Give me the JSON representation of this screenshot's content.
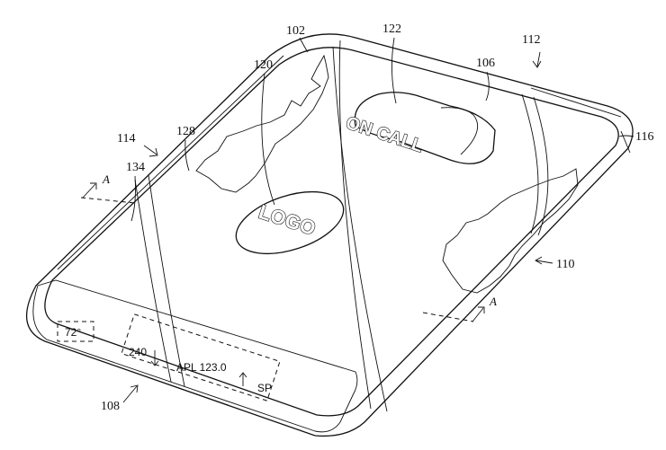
{
  "reference_numerals": {
    "r102": "102",
    "r122": "122",
    "r112": "112",
    "r106": "106",
    "r120": "120",
    "r128": "128",
    "r114": "114",
    "r116": "116",
    "r134": "134",
    "r110": "110",
    "r108": "108"
  },
  "section_labels": {
    "left": "A",
    "right": "A"
  },
  "device_text": {
    "on_call": "ON CALL",
    "logo": "LOGO",
    "temperature": "72°",
    "value_240": "240",
    "ticker": "APL 123.0",
    "sp": "SP"
  }
}
